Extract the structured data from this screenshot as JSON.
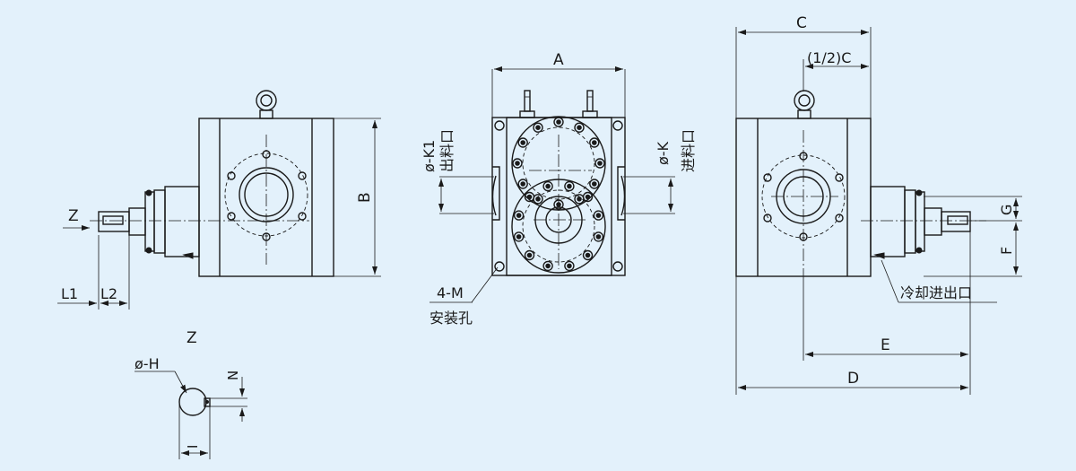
{
  "labels": {
    "A": "A",
    "B": "B",
    "C": "C",
    "half_C": "(1/2)C",
    "D": "D",
    "E": "E",
    "F": "F",
    "G": "G",
    "L1": "L1",
    "L2": "L2",
    "Z_arrow": "Z",
    "Z_view": "Z",
    "phi_H": "ø-H",
    "N": "N",
    "I": "I",
    "phi_K1": "ø-K1",
    "outlet": "出料口",
    "phi_K": "ø-K",
    "inlet": "进料口",
    "mount_holes_code": "4-M",
    "mount_holes": "安装孔",
    "cooling_port": "冷却进出口"
  }
}
